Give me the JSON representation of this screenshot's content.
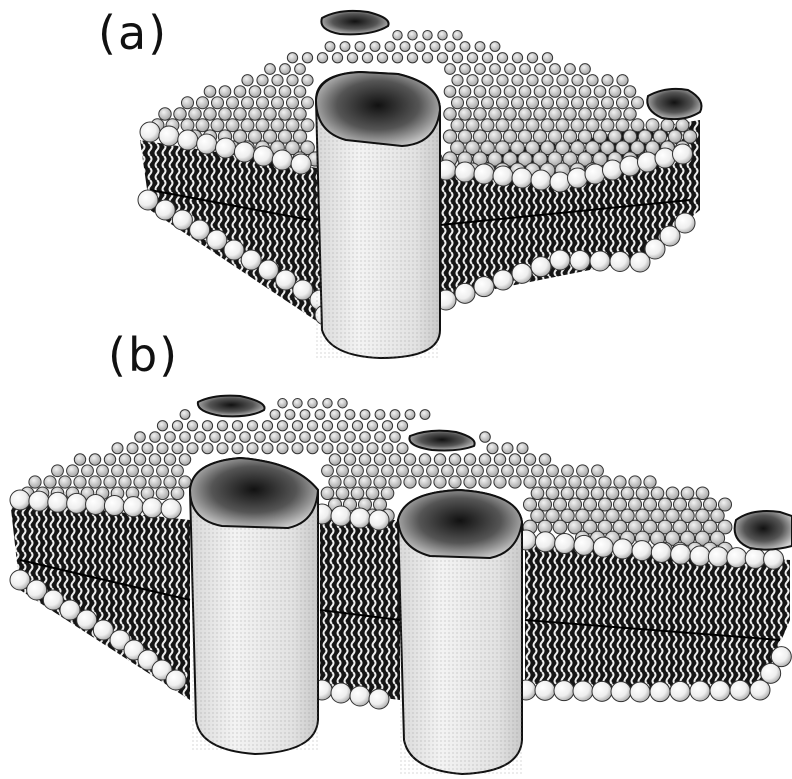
{
  "panels": [
    {
      "id": "a",
      "label": "(a)"
    },
    {
      "id": "b",
      "label": "(b)"
    }
  ],
  "colors": {
    "head_fill": "#f4f4f4",
    "head_stroke": "#222222",
    "tail_band": "#1a1a1a",
    "protein_fill": "#e6e6e6",
    "protein_top_dark": "#1c1c1c"
  },
  "icons": [
    "phospholipid-head-icon",
    "lipid-tail-icon",
    "membrane-protein-icon"
  ]
}
